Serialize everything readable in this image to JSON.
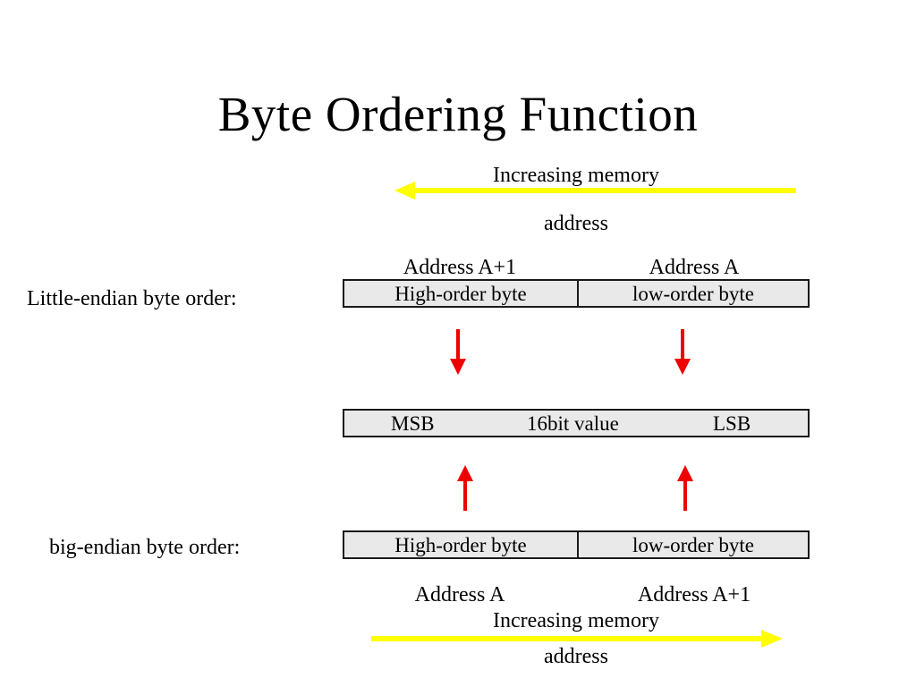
{
  "slide": {
    "title": "Byte Ordering Function",
    "background_color": "#ffffff",
    "text_color": "#000000"
  },
  "top_arrow": {
    "label_line1": "Increasing memory",
    "label_line2": "address",
    "direction": "left",
    "color": "#ffff00"
  },
  "bottom_arrow": {
    "label_line1": "Increasing memory",
    "label_line2": "address",
    "direction": "right",
    "color": "#ffff00"
  },
  "little_endian": {
    "row_label": "Little-endian byte order:",
    "address_left": "Address A+1",
    "address_right": "Address A",
    "cell_left": "High-order byte",
    "cell_right": "low-order byte"
  },
  "big_endian": {
    "row_label": "big-endian byte order:",
    "address_left": "Address A",
    "address_right": "Address A+1",
    "cell_left": "High-order byte",
    "cell_right": "low-order byte"
  },
  "value_box": {
    "msb": "MSB",
    "middle": "16bit value",
    "lsb": "LSB"
  },
  "arrows": {
    "red_color": "#ee0000",
    "down_count": 2,
    "up_count": 2
  },
  "box_style": {
    "fill": "#e9e9e9",
    "border": "#1a1a1a"
  }
}
